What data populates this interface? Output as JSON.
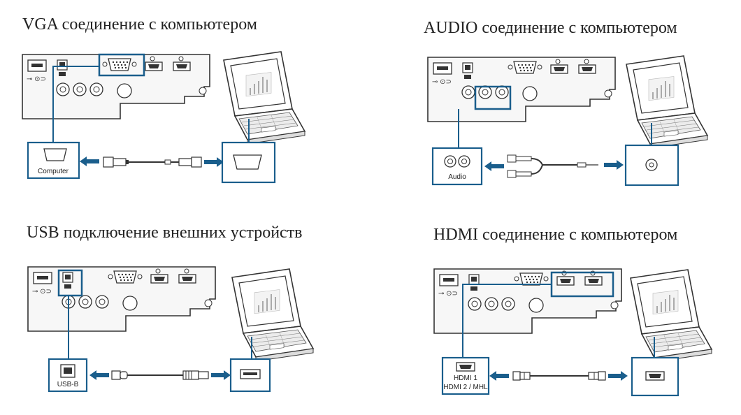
{
  "panels": {
    "vga": {
      "title": "VGA соединение с компьютером",
      "port_label": "Computer"
    },
    "audio": {
      "title": "AUDIO соединение с компьютером",
      "port_label": "Audio"
    },
    "usb": {
      "title": "USB подключение внешних устройств",
      "port_label": "USB-B"
    },
    "hdmi": {
      "title": "HDMI соединение с компьютером",
      "port_label_1": "HDMI 1",
      "port_label_2": "HDMI 2 / MHL"
    }
  },
  "colors": {
    "highlight": "#1a5e8c",
    "outline": "#333333",
    "panel_fill": "#f7f7f7"
  }
}
